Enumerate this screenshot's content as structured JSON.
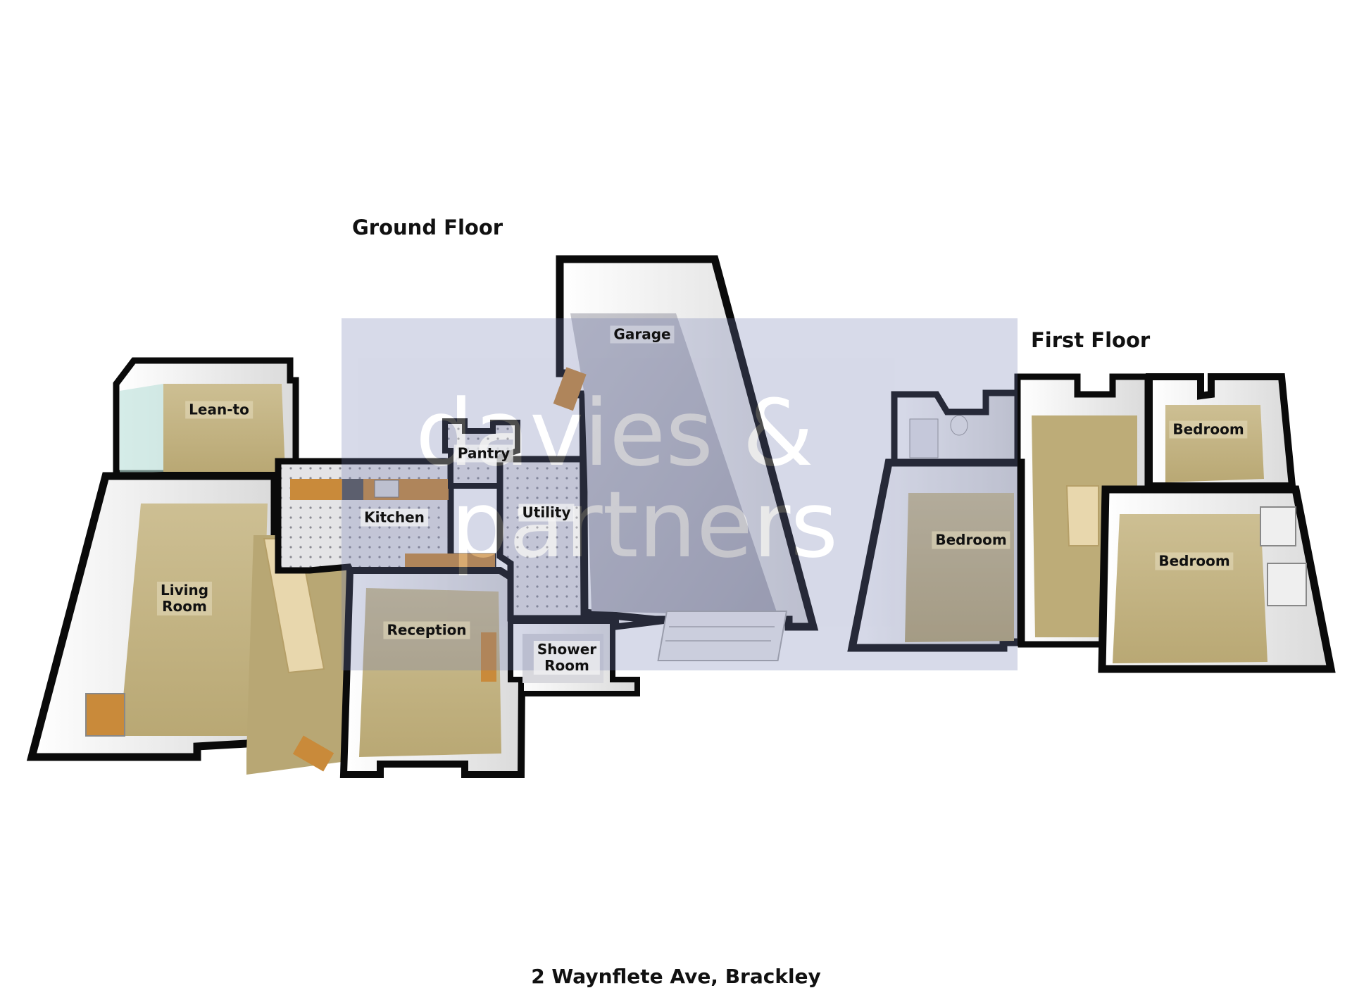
{
  "floors": {
    "ground": {
      "title": "Ground Floor",
      "rooms": {
        "lean_to": "Lean-to",
        "living_room": [
          "Living",
          "Room"
        ],
        "kitchen": "Kitchen",
        "pantry": "Pantry",
        "utility": "Utility",
        "reception": "Reception",
        "shower_room": [
          "Shower",
          "Room"
        ],
        "garage": "Garage"
      }
    },
    "first": {
      "title": "First Floor",
      "rooms": {
        "bedroom_left": "Bedroom",
        "bedroom_top_right": "Bedroom",
        "bedroom_right": "Bedroom"
      }
    }
  },
  "watermark": {
    "line1": "davies &",
    "line2": "partners"
  },
  "address": "2 Waynflete Ave, Brackley",
  "colors": {
    "wall": "#0a0a0a",
    "carpet": "#c9b98a",
    "concrete": "#bcbcc4",
    "tile": "#e2e2e2",
    "wood": "#c98a3a",
    "watermark": "#5c6aa8"
  }
}
